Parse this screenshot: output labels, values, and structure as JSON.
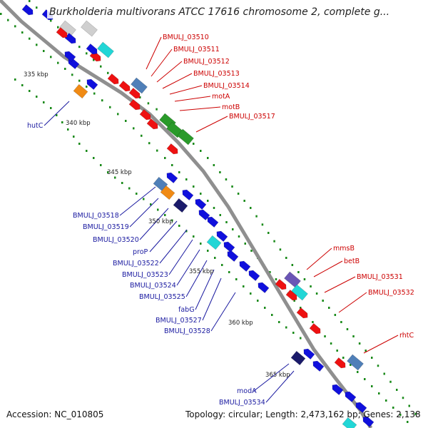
{
  "title": "Burkholderia multivorans ATCC 17616 chromosome 2, complete g...",
  "footer": {
    "accession": "Accession: NC_010805",
    "summary": "Topology: circular; Length: 2,473,162 bp; Genes: 2,138"
  },
  "colors": {
    "backbone": "#8f8f8f",
    "tick_dot": "#1a8a1a",
    "forward_label": "#cc0000",
    "reverse_label": "#1a1aa0",
    "red": "#ee1111",
    "blue": "#1010dd",
    "navy": "#1a1a6a",
    "steel": "#4f7fb8",
    "cyan": "#22d6d6",
    "green": "#2a9a2a",
    "orange": "#f08a14",
    "purple": "#6a55b5",
    "gray": "#777777",
    "light": "#cfcfcf"
  },
  "kbp_labels": [
    "335 kbp",
    "340 kbp",
    "345 kbp",
    "350 kbp",
    "355 kbp",
    "360 kbp",
    "365 kbp"
  ],
  "forward_gene_labels": [
    "BMULJ_03510",
    "BMULJ_03511",
    "BMULJ_03512",
    "BMULJ_03513",
    "BMULJ_03514",
    "motA",
    "motB",
    "BMULJ_03517",
    "mmsB",
    "betB",
    "BMULJ_03531",
    "BMULJ_03532",
    "rhtC"
  ],
  "reverse_gene_labels": [
    "hutC",
    "BMULJ_03518",
    "BMULJ_03519",
    "BMULJ_03520",
    "proP",
    "BMULJ_03522",
    "BMULJ_03523",
    "BMULJ_03524",
    "BMULJ_03525",
    "fabG",
    "BMULJ_03527",
    "BMULJ_03528",
    "modA",
    "BMULJ_03534"
  ]
}
